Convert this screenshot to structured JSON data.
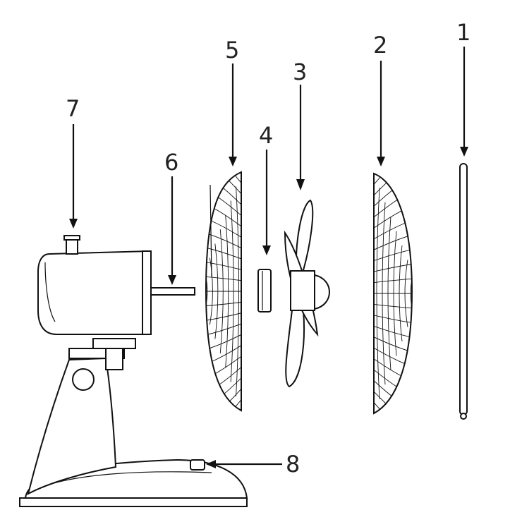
{
  "diagram": {
    "background": "#ffffff",
    "line_color": "#111111",
    "callouts": [
      {
        "id": "1",
        "text": "1"
      },
      {
        "id": "2",
        "text": "2"
      },
      {
        "id": "3",
        "text": "3"
      },
      {
        "id": "4",
        "text": "4"
      },
      {
        "id": "5",
        "text": "5"
      },
      {
        "id": "6",
        "text": "6"
      },
      {
        "id": "7",
        "text": "7"
      },
      {
        "id": "8",
        "text": "8"
      }
    ]
  }
}
